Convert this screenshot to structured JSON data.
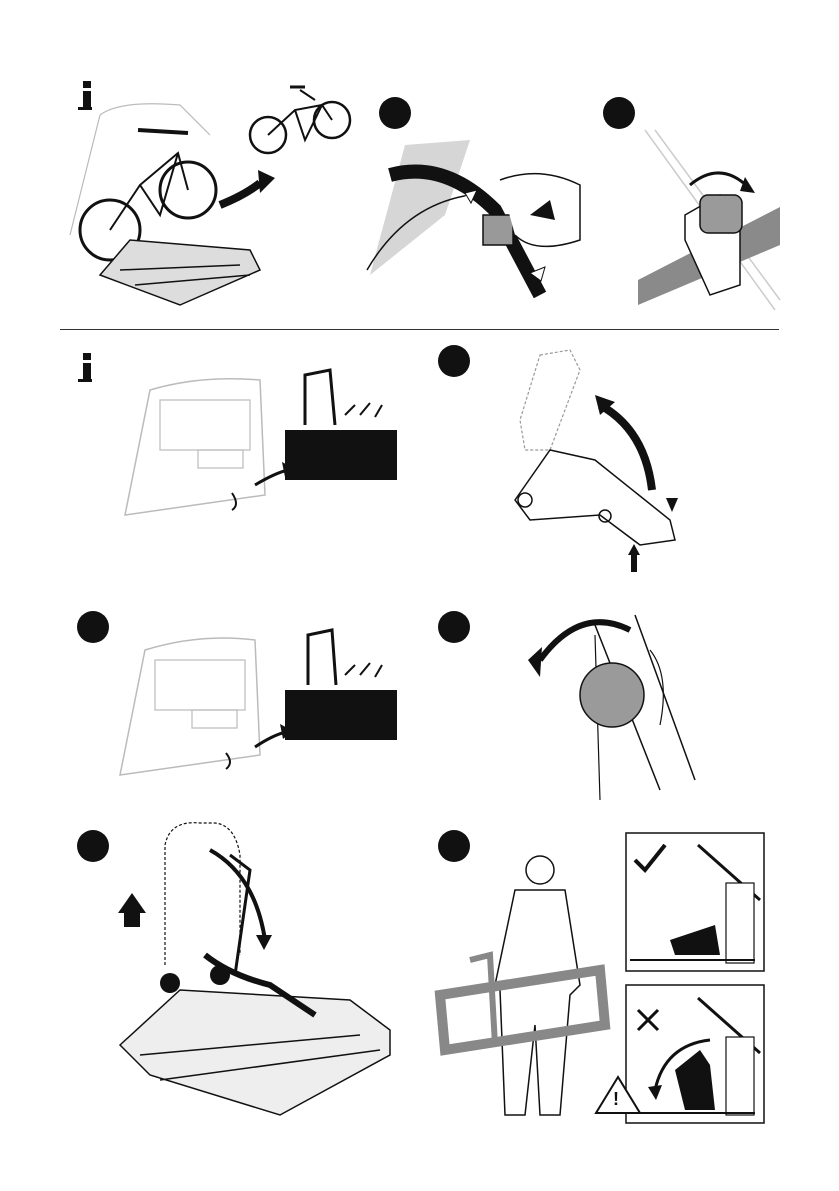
{
  "page": {
    "info_symbol": "i",
    "warning_symbol": "!",
    "check_symbol": "✓",
    "cross_symbol": "✕"
  },
  "colors": {
    "ink": "#111111",
    "line": "#333333",
    "light_line": "#bbbbbb",
    "gray_fill": "#8a8a8a",
    "light_fill": "#d6d6d6"
  },
  "steps": [
    {
      "id": "info-bikes",
      "icon": "info-icon"
    },
    {
      "id": "strap",
      "icon": "step-badge"
    },
    {
      "id": "knob-clamp",
      "icon": "step-badge"
    },
    {
      "id": "info-mount",
      "icon": "info-icon"
    },
    {
      "id": "fold-frame",
      "icon": "step-badge"
    },
    {
      "id": "mount-car",
      "icon": "step-badge"
    },
    {
      "id": "tighten-knob",
      "icon": "step-badge"
    },
    {
      "id": "tilt-frame",
      "icon": "step-badge"
    },
    {
      "id": "carry-store",
      "icon": "step-badge"
    }
  ]
}
